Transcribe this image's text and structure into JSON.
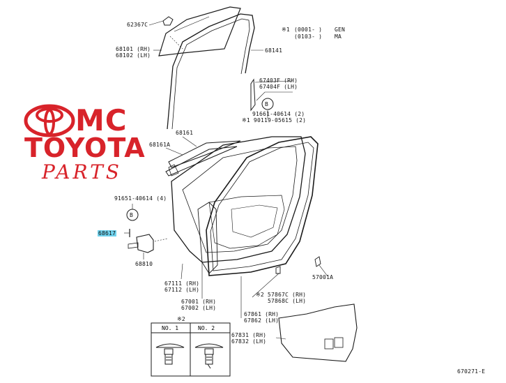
{
  "colors": {
    "line": "#1a1a1a",
    "logo_red": "#d8232a",
    "highlight": "#6fd3ee"
  },
  "logo": {
    "emblem": "toyota-emblem-icon",
    "line1": "MC",
    "line2": "TOYOTA",
    "line3": "PARTS"
  },
  "legend": {
    "mark": "※1",
    "row1_range": "(0001-      )",
    "row1_value": "GEN",
    "row2_range": "(0103-      )",
    "row2_value": "MA"
  },
  "labels": {
    "p62367c": "62367C",
    "p68101": "68101 (RH)",
    "p68102": "68102 (LH)",
    "p68141": "68141",
    "p67403f": "67403F (RH)",
    "p67404f": "67404F (LH)",
    "b_circle_top": "B",
    "p91661": "91661-40614 (2)",
    "p90119": "※1 90119-05615 (2)",
    "p68161": "68161",
    "p68161a": "68161A",
    "p91651": "91651-40614 (4)",
    "b_circle_left": "B",
    "p68617": "68617",
    "p68810": "68810",
    "p67111": "67111 (RH)",
    "p67112": "67112 (LH)",
    "p67001": "67001 (RH)",
    "p67002": "67002 (LH)",
    "p57001a": "57001A",
    "p57867c": "※2 57867C (RH)",
    "p57868c": "57868C (LH)",
    "p67861": "67861 (RH)",
    "p67862": "67862 (LH)",
    "p67831": "67831 (RH)",
    "p67832": "67832 (LH)",
    "diagram_code": "670271-E"
  },
  "clip_table": {
    "note": "※2",
    "col1": "NO. 1",
    "col2": "NO. 2"
  }
}
